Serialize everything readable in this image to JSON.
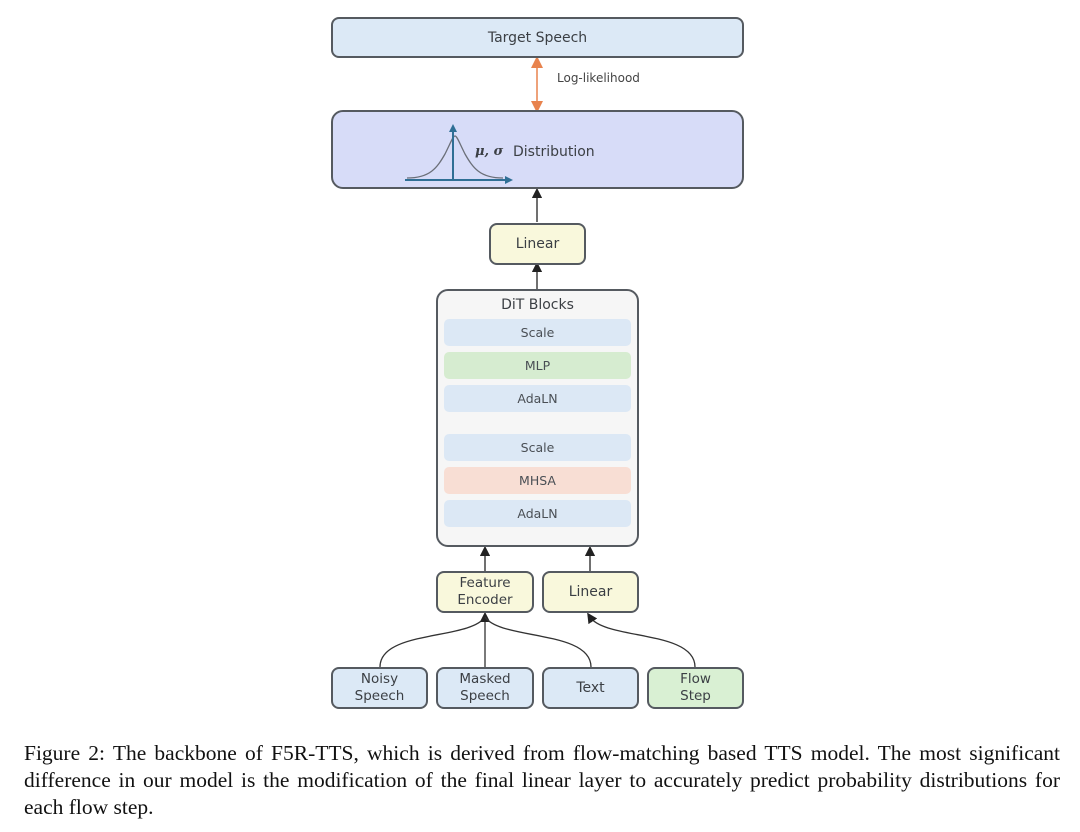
{
  "diagram": {
    "target_speech": "Target Speech",
    "log_likelihood": "Log-likelihood",
    "distribution": {
      "params": "μ, σ",
      "label": "Distribution"
    },
    "linear_top": "Linear",
    "dit_blocks": {
      "title": "DiT Blocks",
      "layers": [
        "Scale",
        "MLP",
        "AdaLN",
        "Scale",
        "MHSA",
        "AdaLN"
      ]
    },
    "feature_encoder": "Feature Encoder",
    "linear_bottom": "Linear",
    "inputs": [
      "Noisy Speech",
      "Masked Speech",
      "Text",
      "Flow Step"
    ],
    "colors": {
      "speech_box": "#dce9f6",
      "distribution_box": "#d7dcf8",
      "linear_box": "#f9f8dc",
      "flow_step_box": "#d9f0d3",
      "mlp": "#d6ecd0",
      "mhsa": "#f8ded4",
      "log_likelihood_arrow": "#e8834e"
    }
  },
  "caption": "Figure 2: The backbone of F5R-TTS, which is derived from flow-matching based TTS model. The most significant difference in our model is the modification of the final linear layer to accurately predict probability distributions for each flow step."
}
